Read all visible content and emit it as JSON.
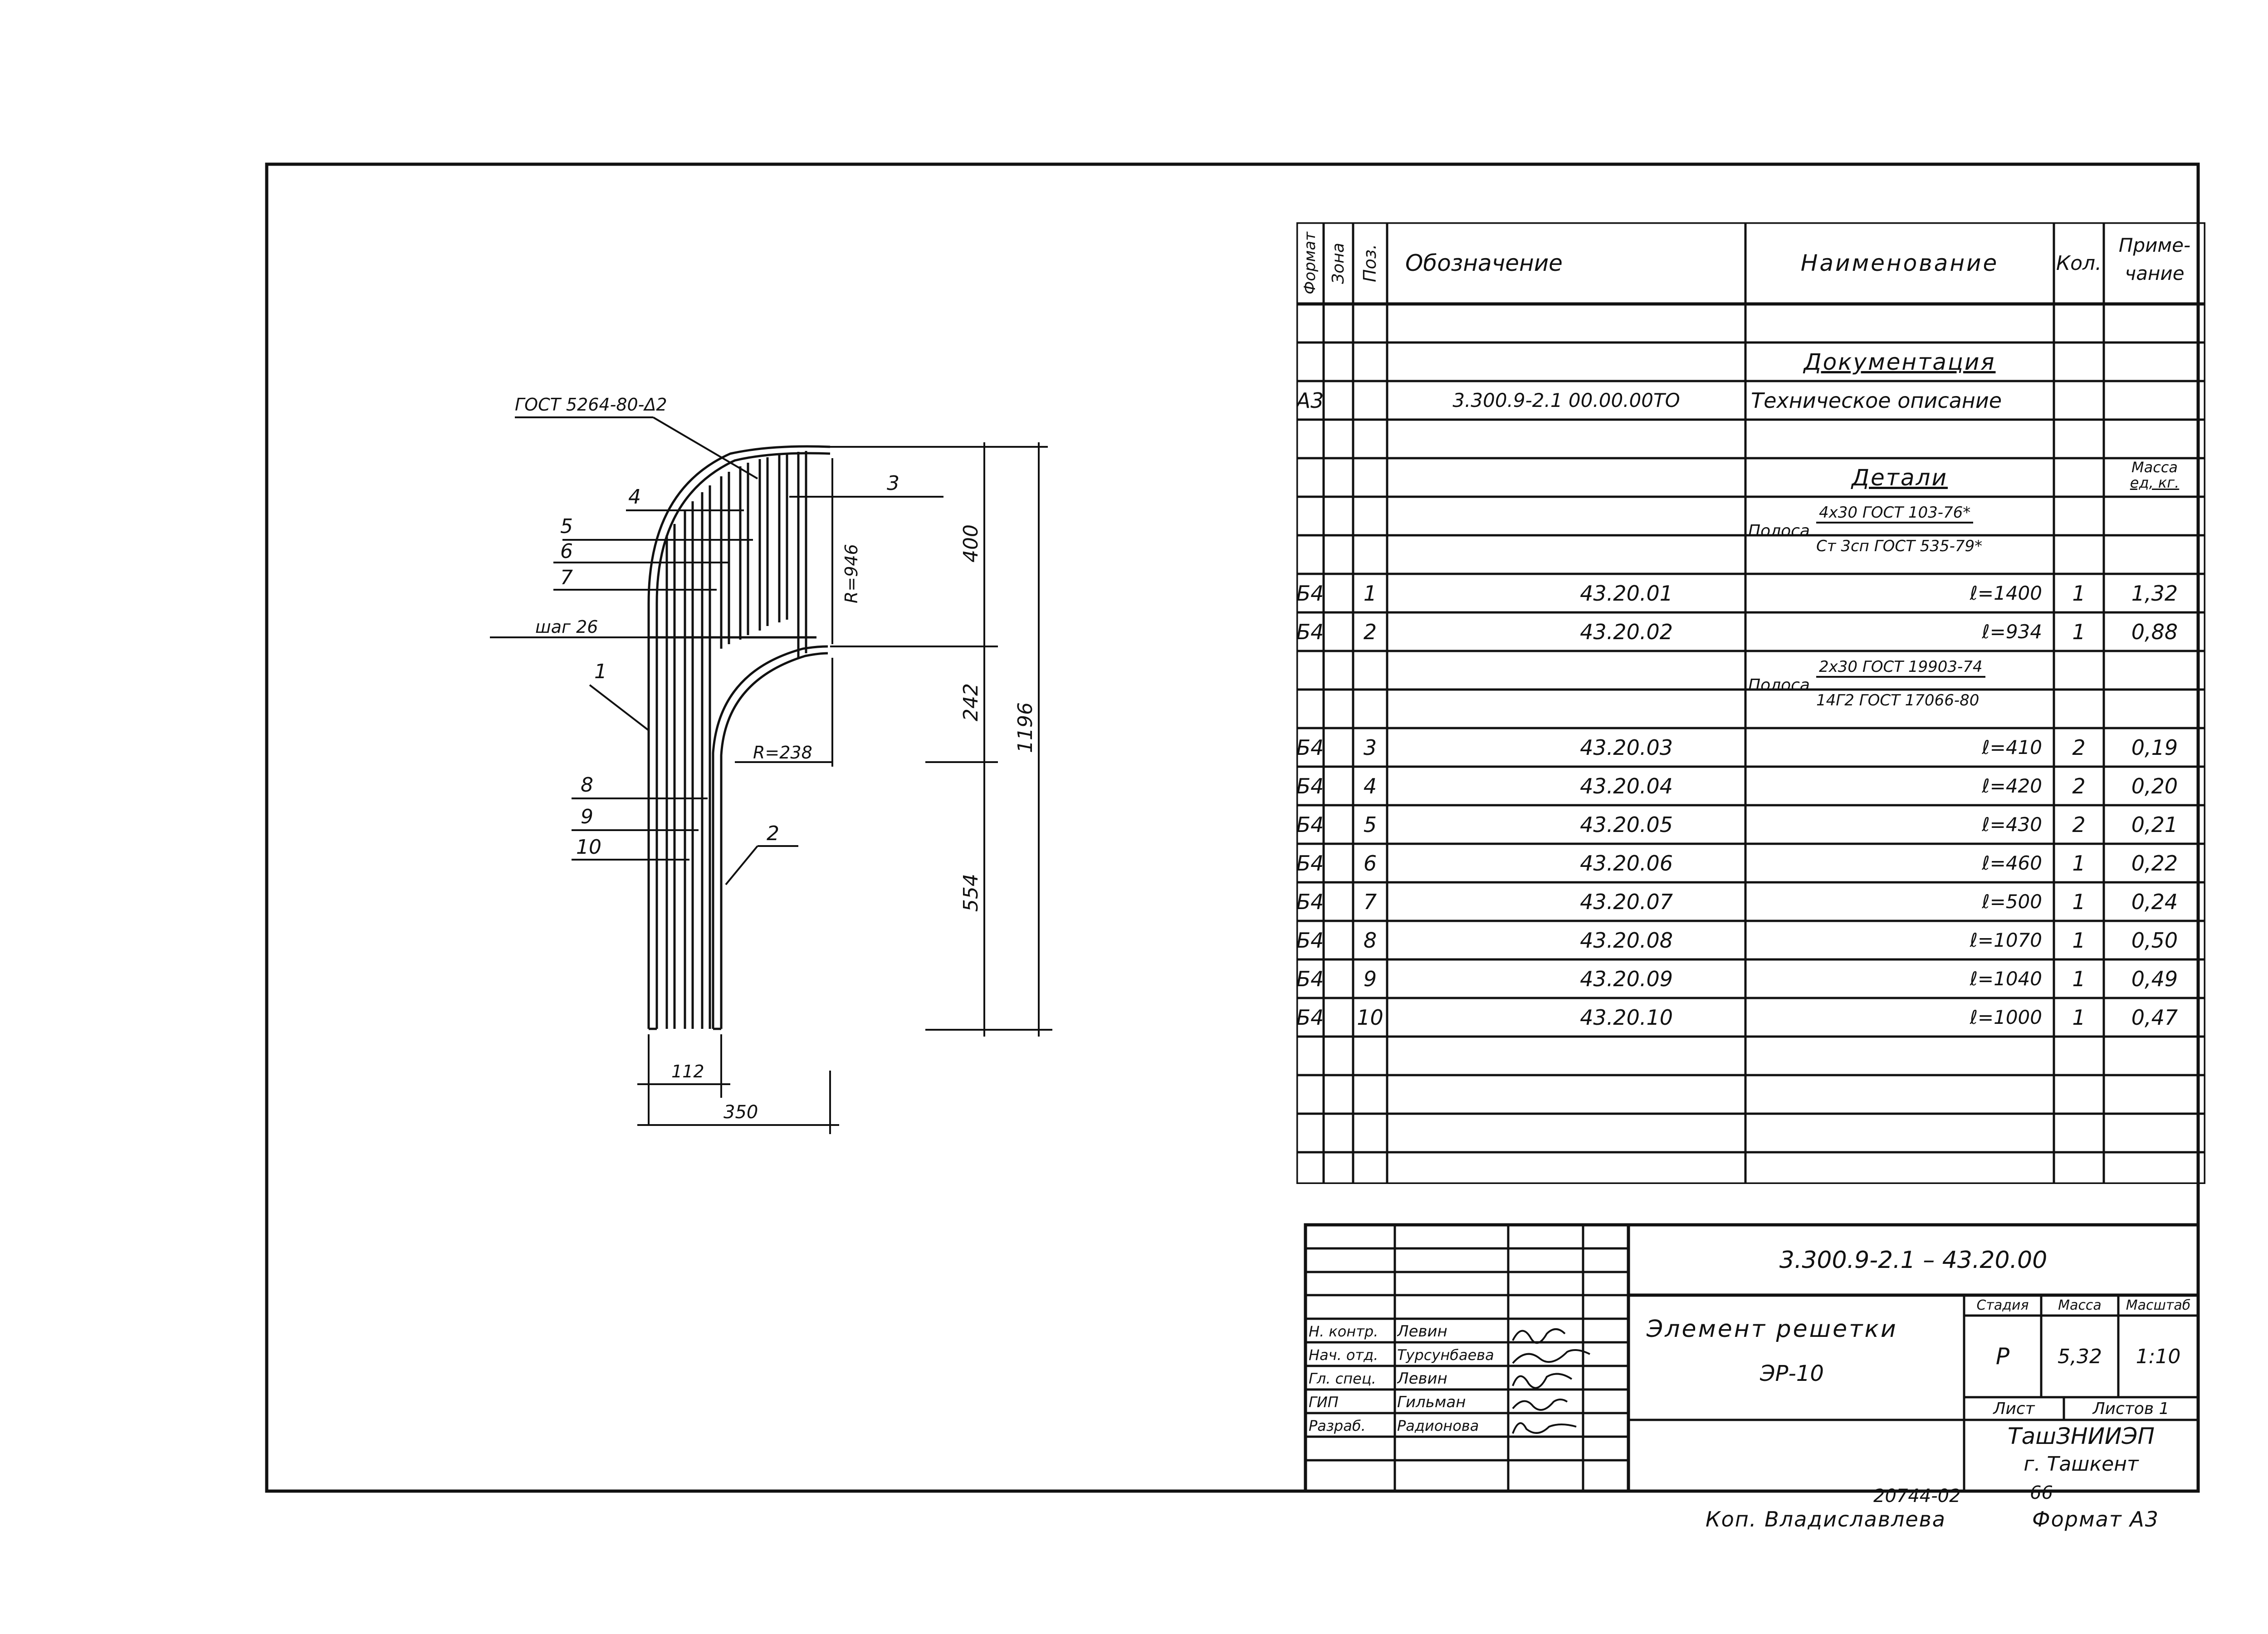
{
  "drawing": {
    "callout_gost": "ГОСТ 5264-80-Δ2",
    "label_step": "шаг 26",
    "radius_1": "R=946",
    "radius_2": "R=238",
    "dim_400": "400",
    "dim_242": "242",
    "dim_554": "554",
    "dim_1196": "1196",
    "dim_112": "112",
    "dim_350": "350",
    "pos_labels": [
      "1",
      "2",
      "3",
      "4",
      "5",
      "6",
      "7",
      "8",
      "9",
      "10"
    ]
  },
  "spec": {
    "headers": {
      "format": "Формат",
      "zone": "Зона",
      "pos": "Поз.",
      "designation": "Обозначение",
      "name": "Наименование",
      "qty": "Кол.",
      "note_1": "Приме-",
      "note_2": "чание"
    },
    "section_docs": "Документация",
    "doc_row": {
      "format": "А3",
      "designation": "3.300.9-2.1 00.00.00ТО",
      "name": "Техническое описание"
    },
    "section_details": "Детали",
    "mass_header_1": "Масса",
    "mass_header_2": "ед, кг.",
    "material_1": {
      "prefix": "Полоса",
      "top": "4х30 ГОСТ 103-76*",
      "bottom": "Ст 3сп ГОСТ 535-79*"
    },
    "material_2": {
      "prefix": "Полоса",
      "top": "2х30 ГОСТ 19903-74",
      "bottom": "14Г2 ГОСТ 17066-80"
    },
    "rows_group1": [
      {
        "format": "Б4",
        "pos": "1",
        "designation": "43.20.01",
        "length": "ℓ=1400",
        "qty": "1",
        "mass": "1,32"
      },
      {
        "format": "Б4",
        "pos": "2",
        "designation": "43.20.02",
        "length": "ℓ=934",
        "qty": "1",
        "mass": "0,88"
      }
    ],
    "rows_group2": [
      {
        "format": "Б4",
        "pos": "3",
        "designation": "43.20.03",
        "length": "ℓ=410",
        "qty": "2",
        "mass": "0,19"
      },
      {
        "format": "Б4",
        "pos": "4",
        "designation": "43.20.04",
        "length": "ℓ=420",
        "qty": "2",
        "mass": "0,20"
      },
      {
        "format": "Б4",
        "pos": "5",
        "designation": "43.20.05",
        "length": "ℓ=430",
        "qty": "2",
        "mass": "0,21"
      },
      {
        "format": "Б4",
        "pos": "6",
        "designation": "43.20.06",
        "length": "ℓ=460",
        "qty": "1",
        "mass": "0,22"
      },
      {
        "format": "Б4",
        "pos": "7",
        "designation": "43.20.07",
        "length": "ℓ=500",
        "qty": "1",
        "mass": "0,24"
      },
      {
        "format": "Б4",
        "pos": "8",
        "designation": "43.20.08",
        "length": "ℓ=1070",
        "qty": "1",
        "mass": "0,50"
      },
      {
        "format": "Б4",
        "pos": "9",
        "designation": "43.20.09",
        "length": "ℓ=1040",
        "qty": "1",
        "mass": "0,49"
      },
      {
        "format": "Б4",
        "pos": "10",
        "designation": "43.20.10",
        "length": "ℓ=1000",
        "qty": "1",
        "mass": "0,47"
      }
    ]
  },
  "title_block": {
    "doc_code": "3.300.9-2.1 – 43.20.00",
    "title_1": "Элемент решетки",
    "title_2": "ЭР-10",
    "stage_header": "Стадия",
    "mass_header": "Масса",
    "scale_header": "Масштаб",
    "stage": "Р",
    "mass": "5,32",
    "scale": "1:10",
    "sheet_label": "Лист",
    "sheets_label": "Листов 1",
    "org_1": "ТашЗНИИЭП",
    "org_2": "г. Ташкент",
    "roles": [
      "Н. контр.",
      "Нач. отд.",
      "Гл. спец.",
      "ГИП",
      "Разраб."
    ],
    "names": [
      "Левин",
      "Турсунбаева",
      "Левин",
      "Гильман",
      "Радионова"
    ]
  },
  "footer": {
    "number": "20744-02",
    "page": "66",
    "copied_by": "Коп. Владиславлева",
    "format": "Формат А3"
  }
}
